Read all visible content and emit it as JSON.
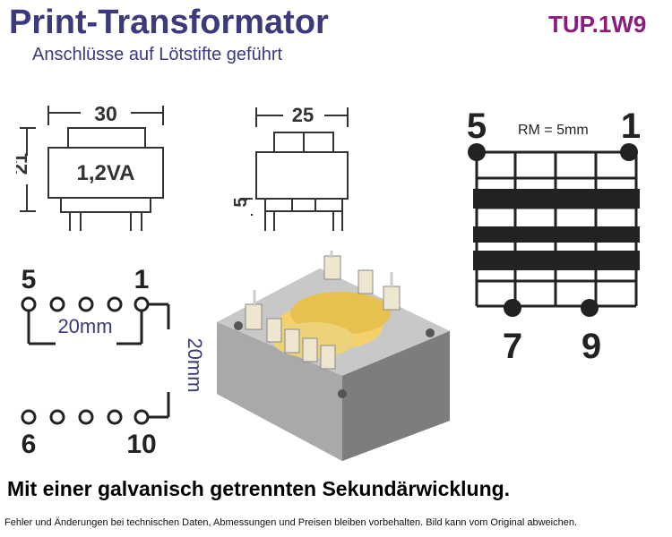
{
  "header": {
    "title": "Print-Transformator",
    "subtitle": "Anschlüsse auf Lötstifte geführt",
    "code": "TUP.1W9"
  },
  "front_view": {
    "width": "30",
    "height": "21",
    "rating": "1,2VA"
  },
  "side_view": {
    "width": "25",
    "pin_length": "5"
  },
  "pin_layout": {
    "pins": {
      "top_left": "5",
      "top_right": "1",
      "bottom_left": "6",
      "bottom_right": "10"
    },
    "horizontal_spacing": "20mm",
    "vertical_spacing": "20mm"
  },
  "schematic": {
    "pin_top_left": "5",
    "pin_top_right": "1",
    "pin_bottom_left": "7",
    "pin_bottom_right": "9",
    "pitch": "RM = 5mm"
  },
  "footer": {
    "tagline": "Mit einer galvanisch getrennten Sekundärwicklung.",
    "disclaimer": "Fehler und Änderungen bei technischen Daten, Abmessungen und Preisen bleiben vorbehalten. Bild kann vom Original abweichen."
  },
  "colors": {
    "title": "#3a3a7c",
    "code": "#8a1c7c",
    "coil": "#e6d27a",
    "core": "#a6a6a6"
  }
}
